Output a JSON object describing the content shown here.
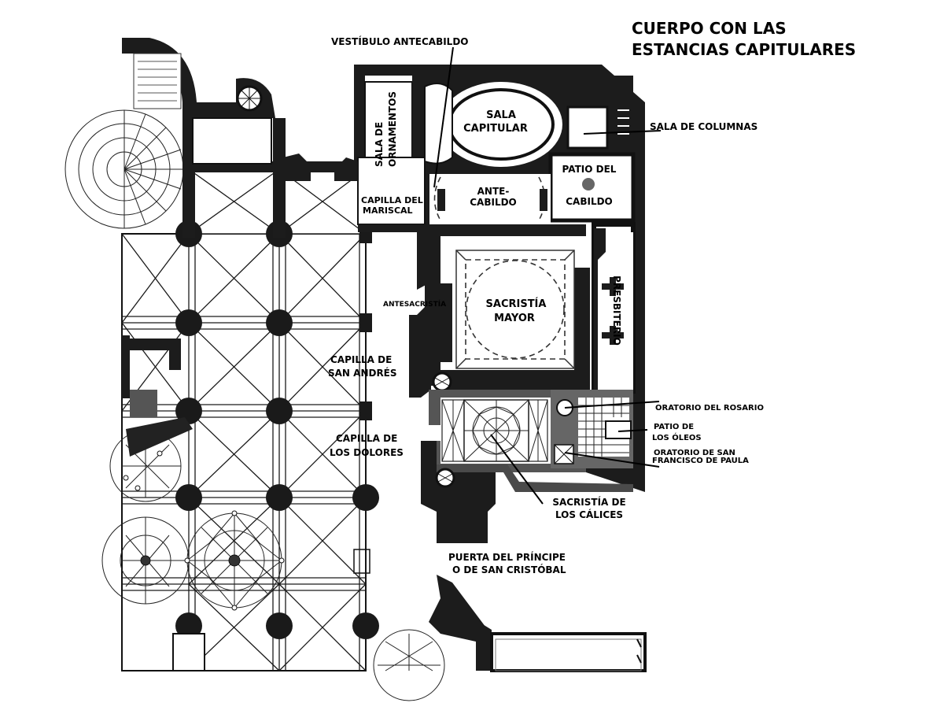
{
  "title": {
    "line1": "CUERPO CON LAS",
    "line2": "ESTANCIAS CAPITULARES"
  },
  "labels": {
    "vestibulo_antecabildo": "VESTÍBULO ANTECABILDO",
    "sala_de_ornamentos_1": "SALA DE",
    "sala_de_ornamentos_2": "ORNAMENTOS",
    "sala_capitular_1": "SALA",
    "sala_capitular_2": "CAPITULAR",
    "sala_de_columnas": "SALA DE COLUMNAS",
    "patio_del_cabildo_1": "PATIO DEL",
    "patio_del_cabildo_2": "CABILDO",
    "antecabildo_1": "ANTE-",
    "antecabildo_2": "CABILDO",
    "capilla_del_mariscal_1": "CAPILLA DEL",
    "capilla_del_mariscal_2": "MARISCAL",
    "antesacristia": "ANTESACRISTÍA",
    "sacristia_mayor_1": "SACRISTÍA",
    "sacristia_mayor_2": "MAYOR",
    "presbiterio": "PRESBITERIO",
    "capilla_san_andres_1": "CAPILLA DE",
    "capilla_san_andres_2": "SAN ANDRÉS",
    "oratorio_del_rosario": "ORATORIO DEL ROSARIO",
    "patio_de_los_oleos_1": "PATIO DE",
    "patio_de_los_oleos_2": "LOS ÓLEOS",
    "capilla_de_los_dolores_1": "CAPILLA DE",
    "capilla_de_los_dolores_2": "LOS DOLORES",
    "oratorio_san_francisco_1": "ORATORIO DE SAN",
    "oratorio_san_francisco_2": "FRANCISCO DE PAULA",
    "sacristia_de_los_calices_1": "SACRISTÍA DE",
    "sacristia_de_los_calices_2": "LOS CÁLICES",
    "puerta_del_principe_1": "PUERTA DEL PRÍNCIPE",
    "puerta_del_principe_2": "O DE SAN CRISTÓBAL"
  }
}
